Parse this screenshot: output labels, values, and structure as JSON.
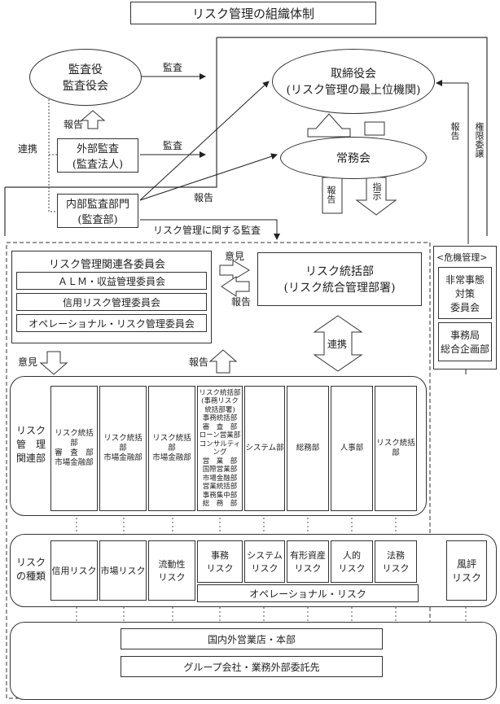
{
  "title": "リスク管理の組織体制",
  "audit": {
    "board": "監査役\n監査役会",
    "external": "外部監査\n(監査法人)",
    "internal": "内部監査部門\n(監査部)"
  },
  "top": {
    "board": "取締役会\n(リスク管理の最上位機関)",
    "executive": "常務会"
  },
  "labels": {
    "kansa1": "監査",
    "kansa2": "監査",
    "houkoku_up": "報告",
    "renkei": "連携",
    "houkoku_internal": "報告",
    "risk_audit": "リスク管理に関する監査",
    "houkoku_exec": "報告",
    "shiji": "指示",
    "houkoku_right": "報告",
    "kengen": "権限委譲",
    "iken_top": "意見",
    "houkoku_mid": "報告",
    "renkei_mid": "連携",
    "iken_low": "意見",
    "houkoku_low": "報告"
  },
  "committees": {
    "header": "リスク管理関連各委員会",
    "items": [
      "ＡＬＭ・収益管理委員会",
      "信用リスク管理委員会",
      "オペレーショナル・リスク管理委員会"
    ]
  },
  "risk_division": "リスク統括部\n(リスク統合管理部署)",
  "crisis": {
    "header": "<危機管理>",
    "committee": "非常事態\n対策\n委員会",
    "office": "事務局\n総合企画部"
  },
  "related_depts": {
    "label": "リスク\n管　理\n関連部",
    "cols": [
      "リスク統括部\n審　査　部\n市場金融部",
      "リスク統括部\n市場金融部",
      "リスク統括部\n市場金融部",
      "リスク統括部\n(事務リスク\n統括部署)\n事務統括部\n審　査　部\nローン営業部\nコンサルティング\n営　業　部\n国際営業部\n市場金融部\n営業統括部\n事務集中部\n総　務　部",
      "システム部",
      "総務部",
      "人事部",
      "リスク統括部"
    ]
  },
  "risk_types": {
    "label": "リスク\nの種類",
    "cols": [
      "信用リスク",
      "市場リスク",
      "流動性\nリスク",
      "事務\nリスク",
      "システム\nリスク",
      "有形資産\nリスク",
      "人的\nリスク",
      "法務\nリスク"
    ],
    "operational": "オペレーショナル・リスク",
    "reputation": "風評\nリスク"
  },
  "bottom": {
    "branches": "国内外営業店・本部",
    "group": "グループ会社・業務外部委託先"
  }
}
